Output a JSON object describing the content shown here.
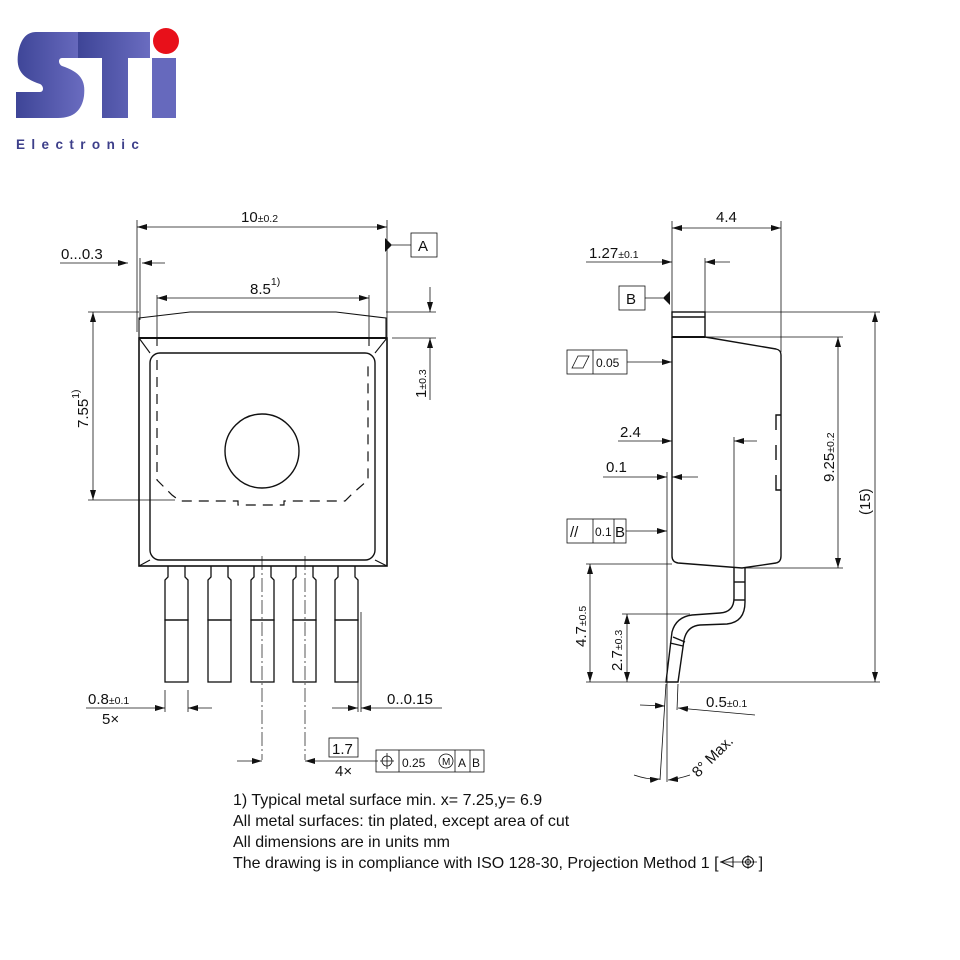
{
  "logo": {
    "brand": "STi",
    "subtitle": "Electronic",
    "colors": {
      "primary": "#4a4fa3",
      "dot": "#e8101a",
      "text": "#3d3f8a"
    }
  },
  "front_view": {
    "width_dim": {
      "value": "10",
      "tol": "±0.2"
    },
    "offset_dim": {
      "value": "0...0.3"
    },
    "tab_width_dim": {
      "value": "8.5",
      "note": "1)"
    },
    "height_dim": {
      "value": "7.55",
      "note": "1)"
    },
    "step_dim": {
      "value": "1",
      "tol": "±0.3"
    },
    "datum_a": "A",
    "lead_width_dim": {
      "value": "0.8",
      "tol": "±0.1",
      "count": "5×"
    },
    "lead_offset_dim": {
      "value": "0..0.15"
    },
    "pitch_dim": {
      "value": "1.7",
      "count": "4×"
    },
    "position_tolerance": {
      "symbol": "⌖",
      "value": "0.25",
      "modifier": "M",
      "datums": [
        "A",
        "B"
      ]
    }
  },
  "side_view": {
    "depth_dim": {
      "value": "4.4"
    },
    "tab_thickness_dim": {
      "value": "1.27",
      "tol": "±0.1"
    },
    "datum_b": "B",
    "flatness": {
      "symbol": "⏥",
      "value": "0.05"
    },
    "lead_pos_dim": {
      "value": "2.4"
    },
    "lead_offset_dim": {
      "value": "0.1"
    },
    "parallelism": {
      "symbol": "//",
      "value": "0.1",
      "datum": "B"
    },
    "body_height_dim": {
      "value": "9.25",
      "tol": "±0.2"
    },
    "total_height_dim": {
      "value": "(15)"
    },
    "lead_length_dim": {
      "value": "4.7",
      "tol": "±0.5"
    },
    "lead_foot_dim": {
      "value": "2.7",
      "tol": "±0.3"
    },
    "lead_thickness_dim": {
      "value": "0.5",
      "tol": "±0.1"
    },
    "angle_dim": {
      "value": "8° Max."
    }
  },
  "notes": [
    "1) Typical metal surface min. x= 7.25,y= 6.9",
    "All metal surfaces: tin plated, except area of cut",
    "All dimensions are in units mm",
    "The drawing is in compliance with ISO 128-30, Projection Method 1 [",
    "]"
  ]
}
